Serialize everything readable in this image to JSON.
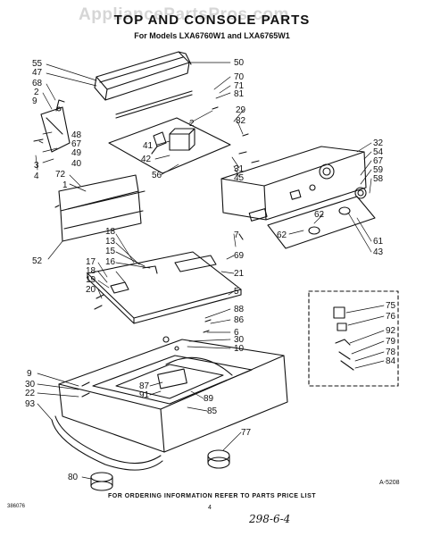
{
  "title": "TOP AND CONSOLE PARTS",
  "subtitle": "For Models LXA6760W1 and LXA6765W1",
  "watermark": "AppliancePartsPros.com",
  "footer": "FOR ORDERING INFORMATION REFER TO PARTS PRICE LIST",
  "page_number": "4",
  "document_number": "298-6-4",
  "figure_ref": "A-5208",
  "part_number": "386076",
  "callouts": {
    "c55": "55",
    "c47": "47",
    "c68": "68",
    "c2a": "2",
    "c9a": "9",
    "c48": "48",
    "c67": "67",
    "c49": "49",
    "c40": "40",
    "c3": "3",
    "c4": "4",
    "c72": "72",
    "c1": "1",
    "c52": "52",
    "c50": "50",
    "c70": "70",
    "c71": "71",
    "c81": "81",
    "c29": "29",
    "c82": "82",
    "c2b": "2",
    "c41": "41",
    "c42": "42",
    "c56": "56",
    "c31": "31",
    "c45": "45",
    "c32": "32",
    "c54": "54",
    "c67b": "67",
    "c59": "59",
    "c58": "58",
    "c62a": "62",
    "c62b": "62",
    "c61": "61",
    "c43": "43",
    "c18a": "18",
    "c13": "13",
    "c15": "15",
    "c16": "16",
    "c17": "17",
    "c18b": "18",
    "c19": "19",
    "c20": "20",
    "c7": "7",
    "c69": "69",
    "c21": "21",
    "c5": "5",
    "c88": "88",
    "c86": "86",
    "c6": "6",
    "c30a": "30",
    "c10": "10",
    "c9b": "9",
    "c30b": "30",
    "c22": "22",
    "c93": "93",
    "c87": "87",
    "c91": "91",
    "c89": "89",
    "c85": "85",
    "c77": "77",
    "c80": "80",
    "c75": "75",
    "c76": "76",
    "c92": "92",
    "c79": "79",
    "c78": "78",
    "c84": "84"
  }
}
